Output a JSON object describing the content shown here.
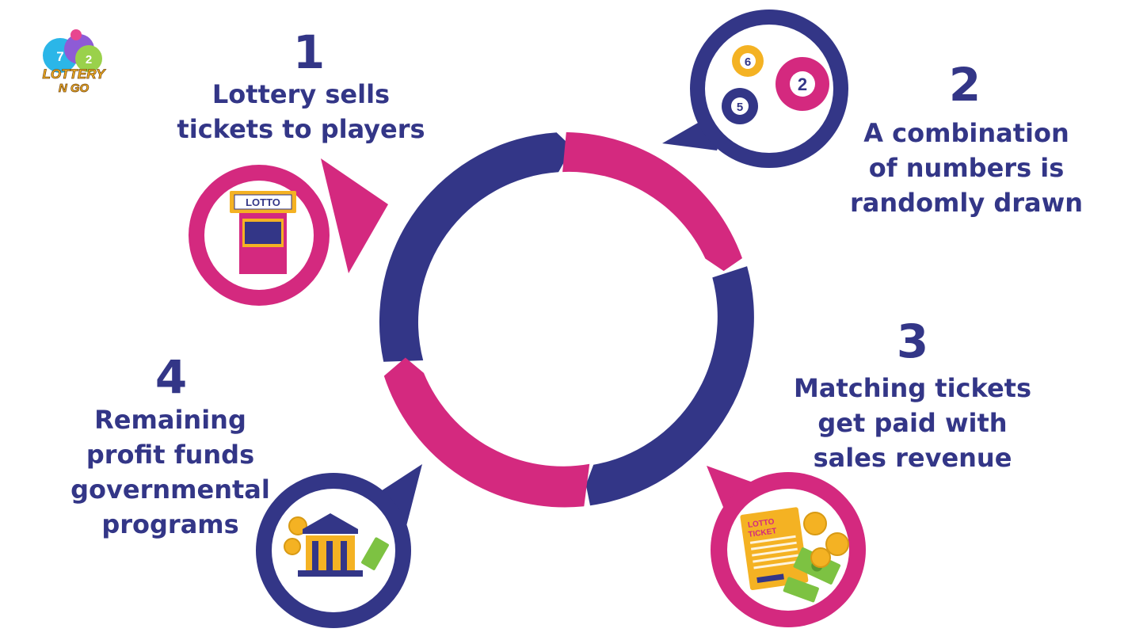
{
  "logo": {
    "line1": "LOTTERY",
    "line2": "N GO",
    "ball_numbers": [
      "7",
      "2"
    ]
  },
  "colors": {
    "navy": "#333687",
    "magenta": "#D4297F",
    "gold": "#F4B223",
    "money_green": "#7DC242"
  },
  "steps": [
    {
      "number": "1",
      "lines": [
        "Lottery sells",
        "tickets to players"
      ],
      "icon": "lotto-kiosk-icon",
      "sign": "LOTTO"
    },
    {
      "number": "2",
      "lines": [
        "A combination",
        "of numbers is",
        "randomly drawn"
      ],
      "icon": "lottery-balls-icon",
      "balls": [
        "6",
        "2",
        "5"
      ]
    },
    {
      "number": "3",
      "lines": [
        "Matching tickets",
        "get paid with",
        "sales revenue"
      ],
      "icon": "lotto-ticket-money-icon",
      "ticket_lines": [
        "LOTTO",
        "TICKET"
      ]
    },
    {
      "number": "4",
      "lines": [
        "Remaining",
        "profit funds",
        "governmental",
        "programs"
      ],
      "icon": "bank-money-icon"
    }
  ]
}
